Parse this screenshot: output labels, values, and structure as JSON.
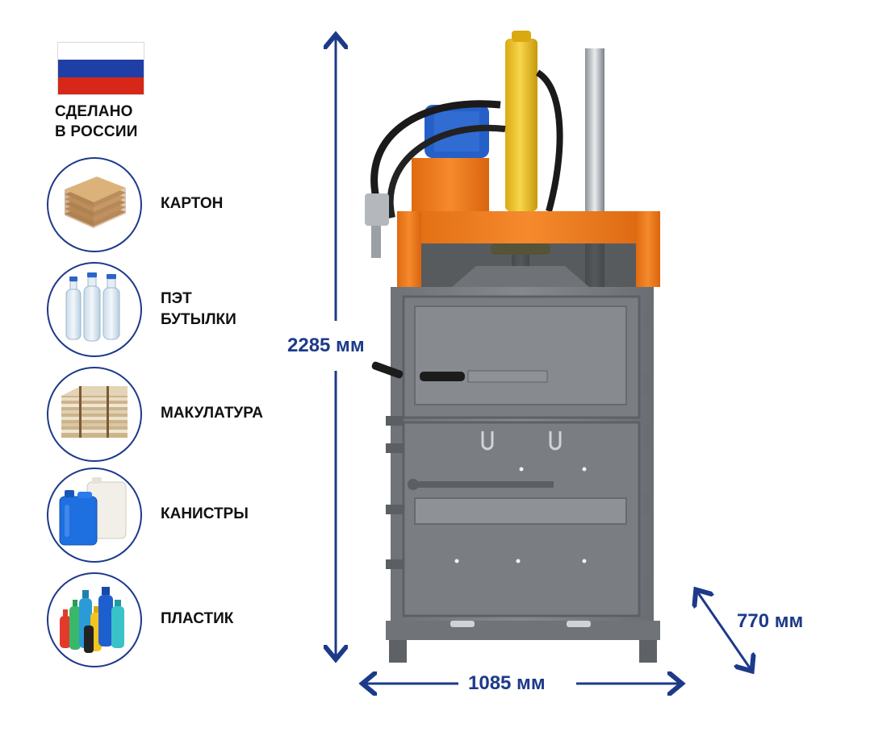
{
  "badge": {
    "flag_colors": [
      "#ffffff",
      "#1f3fa6",
      "#d62718"
    ],
    "line1": "СДЕЛАНО",
    "line2": "В РОССИИ"
  },
  "materials": [
    {
      "label": "КАРТОН",
      "icon": "cardboard-stack-icon"
    },
    {
      "label_line1": "ПЭТ",
      "label_line2": "БУТЫЛКИ",
      "icon": "pet-bottles-icon"
    },
    {
      "label": "МАКУЛАТУРА",
      "icon": "paper-bale-icon"
    },
    {
      "label": "КАНИСТРЫ",
      "icon": "canisters-icon"
    },
    {
      "label": "ПЛАСТИК",
      "icon": "plastic-bottles-icon"
    }
  ],
  "dimensions": {
    "height": "2285 мм",
    "width": "1085 мм",
    "depth": "770 мм"
  },
  "colors": {
    "accent_blue": "#1d3a8a",
    "machine_gray": "#7d8185",
    "frame_orange": "#ef7a1a",
    "cylinder_yellow": "#f2c51e",
    "motor_blue": "#2560c8"
  }
}
